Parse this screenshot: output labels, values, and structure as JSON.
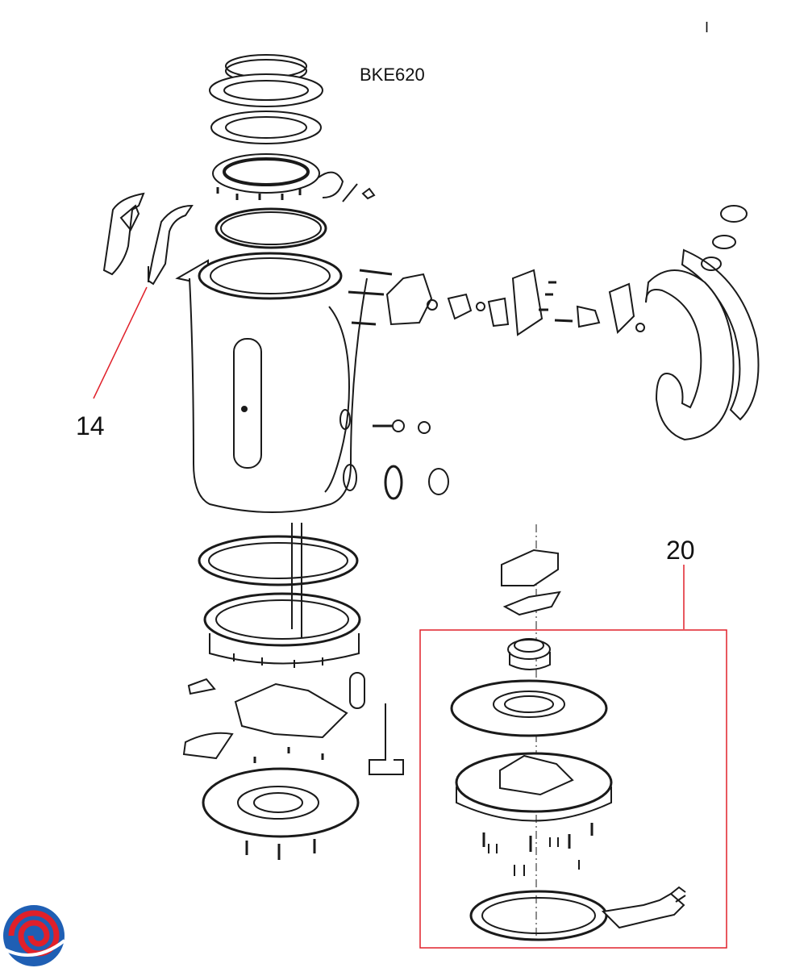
{
  "header": {
    "model": "BKE620",
    "page_mark": "I"
  },
  "callouts": [
    {
      "id": "14",
      "label": "14"
    },
    {
      "id": "20",
      "label": "20"
    }
  ],
  "colors": {
    "line": "#1a1a1a",
    "highlight": "#e0202a",
    "logo_blue": "#1f5fb4",
    "logo_red": "#e0202a"
  },
  "icons": {
    "brand_logo": "swirl-logo-icon"
  }
}
